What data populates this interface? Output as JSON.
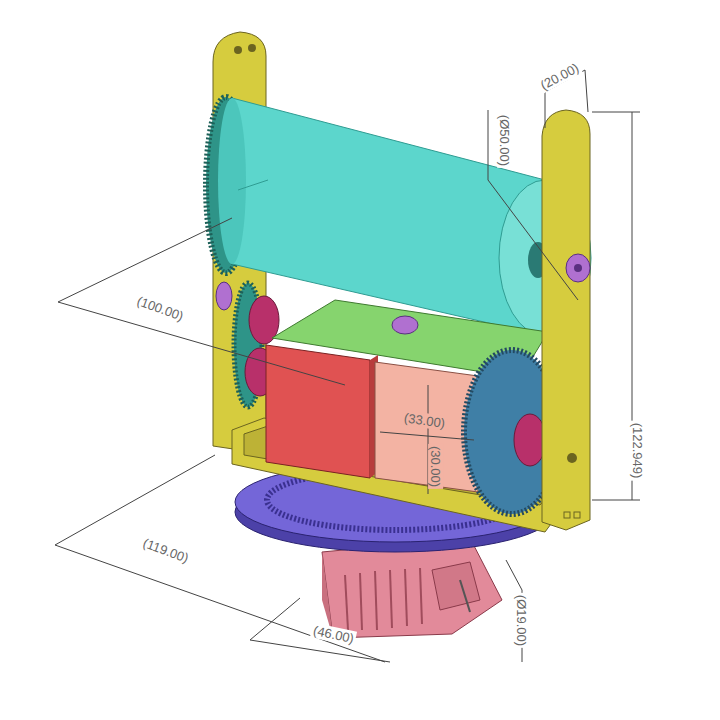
{
  "diagram": {
    "labels": [
      "(100.00)",
      "(Ø50.00)",
      "(20.00)",
      "(122.949)",
      "(33.00)",
      "(30.00)",
      "(119.00)",
      "(46.00)",
      "(Ø19.00)"
    ]
  }
}
